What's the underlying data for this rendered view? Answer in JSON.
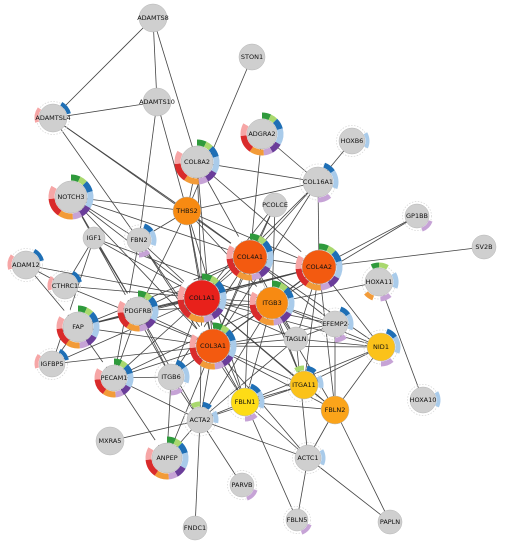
{
  "colors": {
    "grey": "#cfcfcf",
    "red": "#e8211b",
    "orange_red": "#f35a10",
    "orange": "#f78a12",
    "amber": "#fba41a",
    "yellow": "#fbc21a",
    "bright_yellow": "#fddc16",
    "edge": "#444444",
    "ring_palette": [
      "#2f9a3c",
      "#a9d86e",
      "#1f6fb5",
      "#a9cbea",
      "#6a3d9a",
      "#c6a3d6",
      "#f29b38",
      "#d92b2b",
      "#f6a6a6",
      "#ffffff"
    ]
  },
  "nodes": [
    {
      "id": "ADAMTS8",
      "label": "ADAMTS8",
      "color": "grey"
    },
    {
      "id": "STON1",
      "label": "STON1",
      "color": "grey"
    },
    {
      "id": "ADAMTS10",
      "label": "ADAMTS10",
      "color": "grey"
    },
    {
      "id": "ADAMTS14",
      "label": "ADAMTSL4",
      "color": "grey"
    },
    {
      "id": "ADGRA2",
      "label": "ADGRA2",
      "color": "grey"
    },
    {
      "id": "HOXB6",
      "label": "HOXB6",
      "color": "grey"
    },
    {
      "id": "COL8A2",
      "label": "COL8A2",
      "color": "grey"
    },
    {
      "id": "COL16A1",
      "label": "COL16A1",
      "color": "grey"
    },
    {
      "id": "NOTCH3",
      "label": "NOTCH3",
      "color": "grey"
    },
    {
      "id": "THBS2",
      "label": "THBS2",
      "color": "orange"
    },
    {
      "id": "PCOLCE",
      "label": "PCOLCE",
      "color": "grey"
    },
    {
      "id": "GP1BB",
      "label": "GP1BB",
      "color": "grey"
    },
    {
      "id": "IGF1",
      "label": "IGF1",
      "color": "grey"
    },
    {
      "id": "FBN2",
      "label": "FBN2",
      "color": "grey"
    },
    {
      "id": "COL4A1",
      "label": "COL4A1",
      "color": "orange_red"
    },
    {
      "id": "COL4A2",
      "label": "COL4A2",
      "color": "orange_red"
    },
    {
      "id": "SV2B",
      "label": "SV2B",
      "color": "grey"
    },
    {
      "id": "ADAM12",
      "label": "ADAM12",
      "color": "grey"
    },
    {
      "id": "HOXA11",
      "label": "HOXA11",
      "color": "grey"
    },
    {
      "id": "CTHRC1",
      "label": "CTHRC1",
      "color": "grey"
    },
    {
      "id": "COL1A1",
      "label": "COL1A1",
      "color": "red"
    },
    {
      "id": "ITGB3",
      "label": "ITGB3",
      "color": "orange"
    },
    {
      "id": "PDGFRB",
      "label": "PDGFRB",
      "color": "grey"
    },
    {
      "id": "FAP",
      "label": "FAP",
      "color": "grey"
    },
    {
      "id": "EFEMP2",
      "label": "EFEMP2",
      "color": "grey"
    },
    {
      "id": "TAGLN",
      "label": "TAGLN",
      "color": "grey"
    },
    {
      "id": "NID1",
      "label": "NID1",
      "color": "yellow"
    },
    {
      "id": "COL3A1",
      "label": "COL3A1",
      "color": "orange_red"
    },
    {
      "id": "IGFBP5",
      "label": "IGFBP5",
      "color": "grey"
    },
    {
      "id": "PECAM1",
      "label": "PECAM1",
      "color": "grey"
    },
    {
      "id": "ITGB6",
      "label": "ITGB6",
      "color": "grey"
    },
    {
      "id": "ITGA11",
      "label": "ITGA11",
      "color": "yellow"
    },
    {
      "id": "FBLN1",
      "label": "FBLN1",
      "color": "bright_yellow"
    },
    {
      "id": "FBLN2",
      "label": "FBLN2",
      "color": "amber"
    },
    {
      "id": "HOXA10",
      "label": "HOXA10",
      "color": "grey"
    },
    {
      "id": "ACTA2",
      "label": "ACTA2",
      "color": "grey"
    },
    {
      "id": "MXRA5",
      "label": "MXRA5",
      "color": "grey"
    },
    {
      "id": "ANPEP",
      "label": "ANPEP",
      "color": "grey"
    },
    {
      "id": "ACTC1",
      "label": "ACTC1",
      "color": "grey"
    },
    {
      "id": "PARVB",
      "label": "PARVB",
      "color": "grey"
    },
    {
      "id": "FBLN5",
      "label": "FBLN5",
      "color": "grey"
    },
    {
      "id": "PAPLN",
      "label": "PAPLN",
      "color": "grey"
    },
    {
      "id": "FNDC1",
      "label": "FNDC1",
      "color": "grey"
    }
  ],
  "edges": [
    [
      "ADAMTS8",
      "ADAMTS14"
    ],
    [
      "ADAMTS8",
      "ADAMTS10"
    ],
    [
      "ADAMTS8",
      "COL8A2"
    ],
    [
      "ADAMTS14",
      "ADAMTS10"
    ],
    [
      "ADAMTS14",
      "THBS2"
    ],
    [
      "ADAMTS14",
      "FBN2"
    ],
    [
      "ADAMTS14",
      "COL4A1"
    ],
    [
      "ADAMTS10",
      "THBS2"
    ],
    [
      "ADAMTS10",
      "FBN2"
    ],
    [
      "STON1",
      "THBS2"
    ],
    [
      "COL8A2",
      "COL16A1"
    ],
    [
      "COL8A2",
      "THBS2"
    ],
    [
      "COL8A2",
      "COL4A1"
    ],
    [
      "COL8A2",
      "COL1A1"
    ],
    [
      "COL8A2",
      "COL3A1"
    ],
    [
      "COL8A2",
      "COL4A2"
    ],
    [
      "ADGRA2",
      "COL4A1"
    ],
    [
      "ADGRA2",
      "COL16A1"
    ],
    [
      "COL16A1",
      "COL4A1"
    ],
    [
      "COL16A1",
      "COL1A1"
    ],
    [
      "COL16A1",
      "COL4A2"
    ],
    [
      "COL16A1",
      "HOXB6"
    ],
    [
      "COL16A1",
      "COL3A1"
    ],
    [
      "COL16A1",
      "THBS2"
    ],
    [
      "NOTCH3",
      "FBN2"
    ],
    [
      "NOTCH3",
      "COL4A1"
    ],
    [
      "NOTCH3",
      "COL1A1"
    ],
    [
      "NOTCH3",
      "COL3A1"
    ],
    [
      "NOTCH3",
      "ITGB6"
    ],
    [
      "NOTCH3",
      "PDGFRB"
    ],
    [
      "NOTCH3",
      "THBS2"
    ],
    [
      "THBS2",
      "COL4A1"
    ],
    [
      "THBS2",
      "COL1A1"
    ],
    [
      "THBS2",
      "COL3A1"
    ],
    [
      "THBS2",
      "ITGB3"
    ],
    [
      "THBS2",
      "FBN2"
    ],
    [
      "THBS2",
      "COL4A2"
    ],
    [
      "THBS2",
      "PDGFRB"
    ],
    [
      "THBS2",
      "FBLN1"
    ],
    [
      "PCOLCE",
      "COL1A1"
    ],
    [
      "PCOLCE",
      "COL3A1"
    ],
    [
      "PCOLCE",
      "COL4A1"
    ],
    [
      "PCOLCE",
      "ITGB3"
    ],
    [
      "GP1BB",
      "ITGB3"
    ],
    [
      "GP1BB",
      "COL4A2"
    ],
    [
      "IGF1",
      "IGFBP5"
    ],
    [
      "IGF1",
      "COL1A1"
    ],
    [
      "IGF1",
      "PDGFRB"
    ],
    [
      "IGF1",
      "ITGB3"
    ],
    [
      "IGF1",
      "CTHRC1"
    ],
    [
      "FBN2",
      "COL1A1"
    ],
    [
      "FBN2",
      "COL3A1"
    ],
    [
      "FBN2",
      "FBLN1"
    ],
    [
      "FBN2",
      "PECAM1"
    ],
    [
      "COL4A1",
      "COL4A2"
    ],
    [
      "COL4A1",
      "COL1A1"
    ],
    [
      "COL4A1",
      "COL3A1"
    ],
    [
      "COL4A1",
      "ITGB3"
    ],
    [
      "COL4A1",
      "NID1"
    ],
    [
      "COL4A1",
      "TAGLN"
    ],
    [
      "COL4A1",
      "EFEMP2"
    ],
    [
      "COL4A1",
      "FBLN1"
    ],
    [
      "COL4A1",
      "ITGB6"
    ],
    [
      "COL4A1",
      "PDGFRB"
    ],
    [
      "COL4A1",
      "FAP"
    ],
    [
      "COL4A1",
      "ITGA11"
    ],
    [
      "COL4A2",
      "COL1A1"
    ],
    [
      "COL4A2",
      "COL3A1"
    ],
    [
      "COL4A2",
      "ITGB3"
    ],
    [
      "COL4A2",
      "NID1"
    ],
    [
      "COL4A2",
      "SV2B"
    ],
    [
      "COL4A2",
      "TAGLN"
    ],
    [
      "COL4A2",
      "ITGA11"
    ],
    [
      "COL4A2",
      "PDGFRB"
    ],
    [
      "COL4A2",
      "FBLN2"
    ],
    [
      "COL4A2",
      "FAP"
    ],
    [
      "ADAM12",
      "FAP"
    ],
    [
      "ADAM12",
      "COL1A1"
    ],
    [
      "ADAM12",
      "CTHRC1"
    ],
    [
      "HOXA11",
      "ITGB3"
    ],
    [
      "HOXA11",
      "HOXA10"
    ],
    [
      "CTHRC1",
      "COL1A1"
    ],
    [
      "CTHRC1",
      "COL3A1"
    ],
    [
      "COL1A1",
      "COL3A1"
    ],
    [
      "COL1A1",
      "ITGB3"
    ],
    [
      "COL1A1",
      "PDGFRB"
    ],
    [
      "COL1A1",
      "FAP"
    ],
    [
      "COL1A1",
      "TAGLN"
    ],
    [
      "COL1A1",
      "EFEMP2"
    ],
    [
      "COL1A1",
      "FBLN1"
    ],
    [
      "COL1A1",
      "ITGA11"
    ],
    [
      "COL1A1",
      "ITGB6"
    ],
    [
      "COL1A1",
      "PECAM1"
    ],
    [
      "COL1A1",
      "ACTA2"
    ],
    [
      "COL1A1",
      "NID1"
    ],
    [
      "COL1A1",
      "FBLN2"
    ],
    [
      "COL1A1",
      "IGFBP5"
    ],
    [
      "ITGB3",
      "COL3A1"
    ],
    [
      "ITGB3",
      "EFEMP2"
    ],
    [
      "ITGB3",
      "TAGLN"
    ],
    [
      "ITGB3",
      "ITGA11"
    ],
    [
      "ITGB3",
      "FBLN1"
    ],
    [
      "ITGB3",
      "NID1"
    ],
    [
      "ITGB3",
      "PECAM1"
    ],
    [
      "ITGB3",
      "ACTA2"
    ],
    [
      "ITGB3",
      "FBLN2"
    ],
    [
      "ITGB3",
      "PDGFRB"
    ],
    [
      "PDGFRB",
      "COL3A1"
    ],
    [
      "PDGFRB",
      "FAP"
    ],
    [
      "PDGFRB",
      "ITGB6"
    ],
    [
      "PDGFRB",
      "PECAM1"
    ],
    [
      "PDGFRB",
      "ACTA2"
    ],
    [
      "FAP",
      "COL3A1"
    ],
    [
      "FAP",
      "IGFBP5"
    ],
    [
      "FAP",
      "PECAM1"
    ],
    [
      "EFEMP2",
      "TAGLN"
    ],
    [
      "EFEMP2",
      "COL3A1"
    ],
    [
      "EFEMP2",
      "FBLN2"
    ],
    [
      "TAGLN",
      "COL3A1"
    ],
    [
      "TAGLN",
      "ACTA2"
    ],
    [
      "TAGLN",
      "ACTC1"
    ],
    [
      "TAGLN",
      "NID1"
    ],
    [
      "NID1",
      "COL3A1"
    ],
    [
      "NID1",
      "FBLN1"
    ],
    [
      "NID1",
      "FBLN2"
    ],
    [
      "NID1",
      "ITGA11"
    ],
    [
      "COL3A1",
      "ITGB6"
    ],
    [
      "COL3A1",
      "PECAM1"
    ],
    [
      "COL3A1",
      "ITGA11"
    ],
    [
      "COL3A1",
      "FBLN1"
    ],
    [
      "COL3A1",
      "ACTA2"
    ],
    [
      "COL3A1",
      "FBLN2"
    ],
    [
      "COL3A1",
      "ANPEP"
    ],
    [
      "COL3A1",
      "ACTC1"
    ],
    [
      "COL3A1",
      "IGFBP5"
    ],
    [
      "ITGB6",
      "ACTA2"
    ],
    [
      "ITGB6",
      "PECAM1"
    ],
    [
      "ITGB6",
      "ANPEP"
    ],
    [
      "ITGA11",
      "FBLN1"
    ],
    [
      "ITGA11",
      "FBLN2"
    ],
    [
      "ITGA11",
      "ACTA2"
    ],
    [
      "FBLN1",
      "FBLN2"
    ],
    [
      "FBLN1",
      "ACTA2"
    ],
    [
      "FBLN1",
      "ACTC1"
    ],
    [
      "FBLN1",
      "FBLN5"
    ],
    [
      "FBLN2",
      "ACTC1"
    ],
    [
      "FBLN2",
      "PAPLN"
    ],
    [
      "ACTA2",
      "ACTC1"
    ],
    [
      "ACTA2",
      "ANPEP"
    ],
    [
      "ACTA2",
      "PARVB"
    ],
    [
      "ACTA2",
      "FNDC1"
    ],
    [
      "ACTA2",
      "PECAM1"
    ],
    [
      "ACTA2",
      "MXRA5"
    ],
    [
      "ACTC1",
      "FBLN5"
    ],
    [
      "ACTC1",
      "PAPLN"
    ],
    [
      "PECAM1",
      "ANPEP"
    ]
  ]
}
